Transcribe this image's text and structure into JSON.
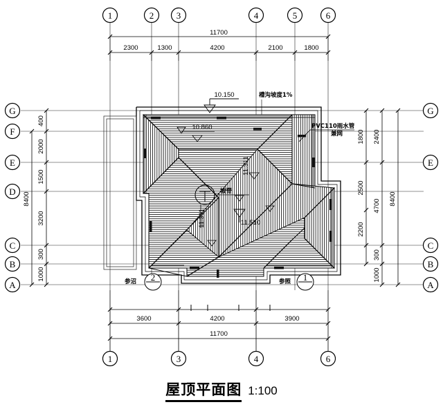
{
  "title": {
    "main": "屋顶平面图",
    "scale": "1:100"
  },
  "drawing_type": "architectural-roof-plan",
  "colors": {
    "line": "#000000",
    "background": "#ffffff",
    "thin_line": "#333333"
  },
  "grids": {
    "vertical_top": [
      "1",
      "2",
      "3",
      "4",
      "5",
      "6"
    ],
    "vertical_bottom": [
      "1",
      "3",
      "4",
      "6"
    ],
    "horizontal_left": [
      "G",
      "F",
      "E",
      "D",
      "C",
      "B",
      "A"
    ],
    "horizontal_right": [
      "G",
      "E",
      "C",
      "B",
      "A"
    ]
  },
  "dimensions": {
    "top_chain": [
      "2300",
      "1300",
      "4200",
      "2100",
      "1800"
    ],
    "top_total": "11700",
    "bottom_chain": [
      "3600",
      "4200",
      "3900"
    ],
    "bottom_total": "11700",
    "left_chain": [
      "400",
      "2000",
      "1500",
      "3200",
      "300",
      "1000"
    ],
    "left_total": "8400",
    "right_inner_chain": [
      "1800",
      "2500",
      "2200"
    ],
    "right_mid_chain": [
      "2400",
      "4700",
      "300",
      "1000"
    ],
    "right_total": "8400"
  },
  "annotations": {
    "elevation_gutter": "10.150",
    "elevation_eave": "10.860",
    "elevation_ridge": "11.510",
    "elevation_hip": "11.311",
    "gutter_slope": "槽沟坡度1%",
    "downpipe_line1": "PVC110雨水管",
    "downpipe_line2": "兼网",
    "detail_center_label": "坡脊",
    "callout_left_text": "参沼",
    "callout_left_num": "2",
    "callout_right_text": "参照",
    "callout_right_num": "1"
  }
}
